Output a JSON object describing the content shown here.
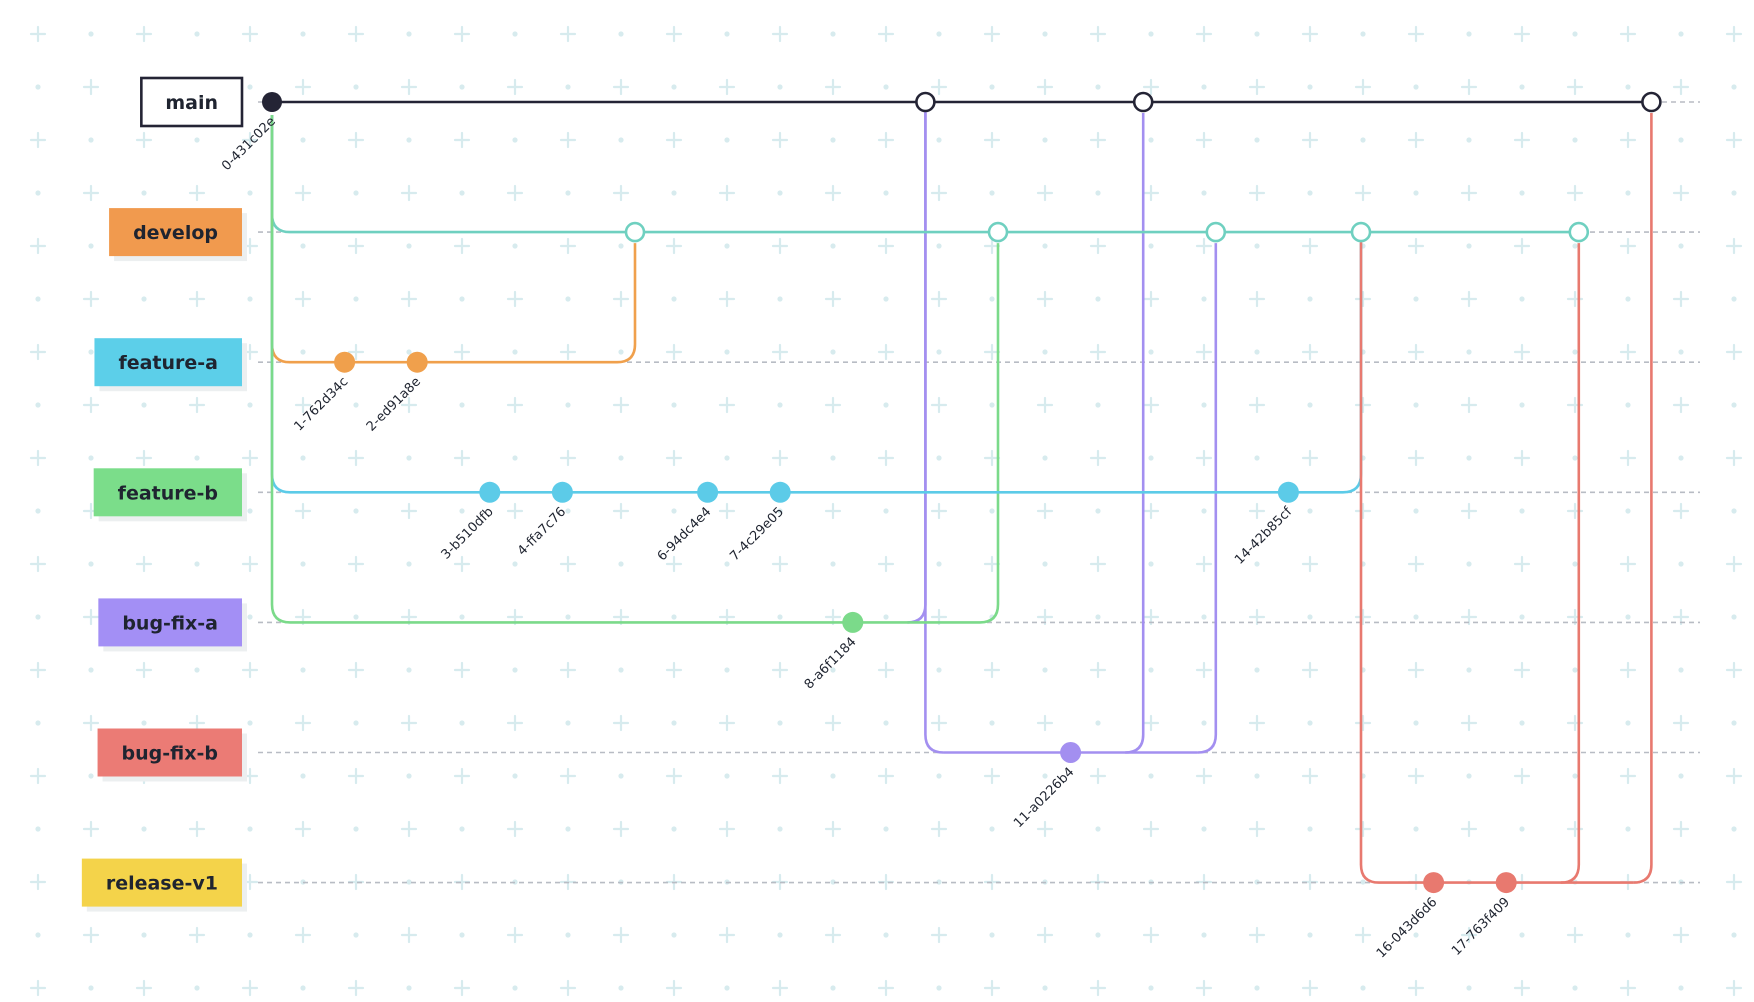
{
  "diagram": {
    "colors": {
      "main": "#242435",
      "develop": "#6fd0c0",
      "feature-a": "#f0a04c",
      "feature-b": "#5ccbe8",
      "bug-fix-a": "#7bda8a",
      "bug-fix-b": "#a38ff0",
      "release-v1": "#e8796f",
      "dashed": "#b8bcc4",
      "grid": "#d7ebee",
      "text": "#1f2430"
    },
    "branches": [
      {
        "id": "main",
        "label": "main",
        "fill": "#ffffff",
        "outlined": true
      },
      {
        "id": "develop",
        "label": "develop",
        "fill": "#f19a4e"
      },
      {
        "id": "feature-a",
        "label": "feature-a",
        "fill": "#5ccfe9"
      },
      {
        "id": "feature-b",
        "label": "feature-b",
        "fill": "#7bdd8a"
      },
      {
        "id": "bug-fix-a",
        "label": "bug-fix-a",
        "fill": "#a38ff5"
      },
      {
        "id": "bug-fix-b",
        "label": "bug-fix-b",
        "fill": "#eb7b75"
      },
      {
        "id": "release-v1",
        "label": "release-v1",
        "fill": "#f4d34a"
      }
    ],
    "commits": [
      {
        "sha": "0-431c02e",
        "branch": "main",
        "col": 0,
        "color": "#242435"
      },
      {
        "sha": "1-762d34c",
        "branch": "feature-a",
        "col": 1,
        "color": "#f0a04c"
      },
      {
        "sha": "2-ed91a8e",
        "branch": "feature-a",
        "col": 2,
        "color": "#f0a04c"
      },
      {
        "sha": "3-b510dfb",
        "branch": "feature-b",
        "col": 3,
        "color": "#5ccbe8"
      },
      {
        "sha": "4-ffa7c76",
        "branch": "feature-b",
        "col": 4,
        "color": "#5ccbe8"
      },
      {
        "sha": "6-94dc4e4",
        "branch": "feature-b",
        "col": 6,
        "color": "#5ccbe8"
      },
      {
        "sha": "7-4c29e05",
        "branch": "feature-b",
        "col": 7,
        "color": "#5ccbe8"
      },
      {
        "sha": "8-a6f1184",
        "branch": "bug-fix-a",
        "col": 8,
        "color": "#7bda8a"
      },
      {
        "sha": "11-a0226b4",
        "branch": "bug-fix-b",
        "col": 11,
        "color": "#a38ff0"
      },
      {
        "sha": "14-42b85cf",
        "branch": "feature-b",
        "col": 14,
        "color": "#5ccbe8"
      },
      {
        "sha": "16-043d6d6",
        "branch": "release-v1",
        "col": 16,
        "color": "#e8796f"
      },
      {
        "sha": "17-763f409",
        "branch": "release-v1",
        "col": 17,
        "color": "#e8796f"
      }
    ],
    "merges": [
      {
        "branch": "develop",
        "col": 5,
        "color": "#6fd0c0"
      },
      {
        "branch": "main",
        "col": 9,
        "color": "#242435"
      },
      {
        "branch": "develop",
        "col": 10,
        "color": "#6fd0c0"
      },
      {
        "branch": "main",
        "col": 12,
        "color": "#242435"
      },
      {
        "branch": "develop",
        "col": 13,
        "color": "#6fd0c0"
      },
      {
        "branch": "develop",
        "col": 15,
        "color": "#6fd0c0"
      },
      {
        "branch": "develop",
        "col": 18,
        "color": "#6fd0c0"
      },
      {
        "branch": "main",
        "col": 19,
        "color": "#242435"
      }
    ],
    "edges": [
      {
        "from_branch": "main",
        "from_col": 0,
        "to_branch": "develop",
        "color": "#6fd0c0",
        "kind": "branch-off"
      },
      {
        "from_branch": "main",
        "from_col": 0,
        "to_branch": "feature-a",
        "color": "#f0a04c",
        "kind": "branch-off"
      },
      {
        "from_branch": "main",
        "from_col": 0,
        "to_branch": "feature-b",
        "color": "#5ccbe8",
        "kind": "branch-off"
      },
      {
        "from_branch": "main",
        "from_col": 0,
        "to_branch": "bug-fix-a",
        "color": "#7bda8a",
        "kind": "branch-off"
      },
      {
        "from_branch": "feature-a",
        "from_col": 2,
        "to_branch": "develop",
        "to_col": 5,
        "color": "#f0a04c",
        "kind": "merge"
      },
      {
        "from_branch": "bug-fix-a",
        "from_col": 8,
        "to_branch": "main",
        "to_col": 9,
        "color": "#a38ff0",
        "kind": "merge"
      },
      {
        "from_branch": "bug-fix-a",
        "from_col": 8,
        "to_branch": "develop",
        "to_col": 10,
        "color": "#7bda8a",
        "kind": "merge"
      },
      {
        "from_branch": "main",
        "from_col": 9,
        "to_branch": "bug-fix-b",
        "color": "#a38ff0",
        "kind": "branch-off"
      },
      {
        "from_branch": "bug-fix-b",
        "from_col": 11,
        "to_branch": "main",
        "to_col": 12,
        "color": "#a38ff0",
        "kind": "merge"
      },
      {
        "from_branch": "bug-fix-b",
        "from_col": 11,
        "to_branch": "develop",
        "to_col": 13,
        "color": "#a38ff0",
        "kind": "merge"
      },
      {
        "from_branch": "feature-b",
        "from_col": 14,
        "to_branch": "develop",
        "to_col": 15,
        "color": "#5ccbe8",
        "kind": "merge"
      },
      {
        "from_branch": "develop",
        "from_col": 15,
        "to_branch": "release-v1",
        "color": "#e8796f",
        "kind": "branch-off"
      },
      {
        "from_branch": "release-v1",
        "from_col": 17,
        "to_branch": "develop",
        "to_col": 18,
        "color": "#e8796f",
        "kind": "merge"
      },
      {
        "from_branch": "release-v1",
        "from_col": 17,
        "to_branch": "main",
        "to_col": 19,
        "color": "#e8796f",
        "kind": "merge"
      }
    ]
  }
}
